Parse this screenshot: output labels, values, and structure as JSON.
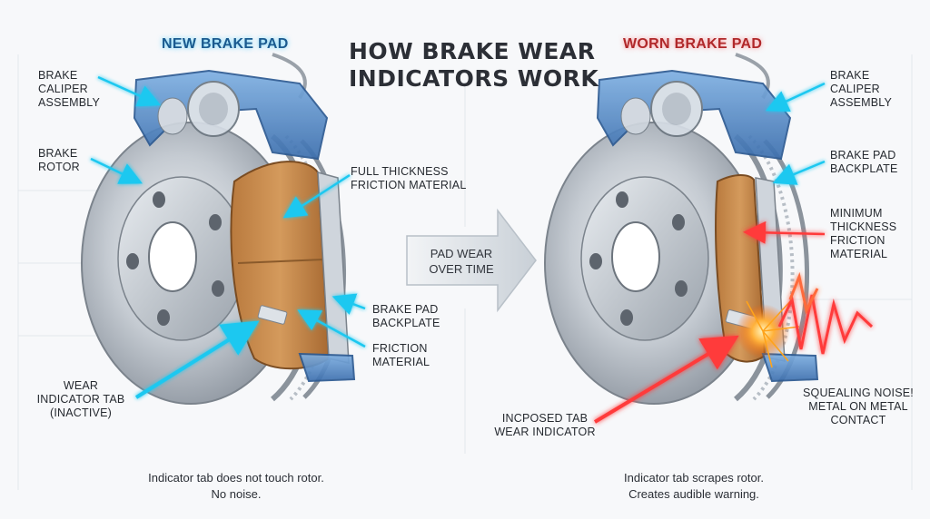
{
  "title": [
    "HOW BRAKE WEAR",
    "INDICATORS WORK"
  ],
  "new_heading": "NEW BRAKE PAD",
  "worn_heading": "WORN BRAKE PAD",
  "center_arrow": [
    "PAD WEAR",
    "OVER TIME"
  ],
  "new_labels": {
    "caliper": [
      "BRAKE",
      "CALIPER",
      "ASSEMBLY"
    ],
    "rotor": [
      "BRAKE",
      "ROTOR"
    ],
    "full_thickness": [
      "FULL THICKNESS",
      "FRICTION MATERIAL"
    ],
    "backplate": [
      "BRAKE PAD",
      "BACKPLATE"
    ],
    "friction": [
      "FRICTION",
      "MATERIAL"
    ],
    "wear_tab": [
      "WEAR",
      "INDICATOR TAB",
      "(INACTIVE)"
    ]
  },
  "worn_labels": {
    "caliper": [
      "BRAKE",
      "CALIPER",
      "ASSEMBLY"
    ],
    "backplate": [
      "BRAKE PAD",
      "BACKPLATE"
    ],
    "min_thickness": [
      "MINIMUM",
      "THICKNESS",
      "FRICTION",
      "MATERIAL"
    ],
    "squealing": [
      "SQUEALING NOISE!",
      "METAL ON METAL",
      "CONTACT"
    ],
    "exposed_tab": [
      "INCPOSED TAB",
      "WEAR INDICATOR"
    ]
  },
  "new_caption": [
    "Indicator tab does not touch rotor.",
    "No noise."
  ],
  "worn_caption": [
    "Indicator tab scrapes rotor.",
    "Creates audible warning."
  ],
  "colors": {
    "new_accent": "#1ec8f0",
    "worn_accent": "#ff3b3b",
    "caliper_blue": "#4f87c6",
    "friction_orange": "#c9894a"
  }
}
